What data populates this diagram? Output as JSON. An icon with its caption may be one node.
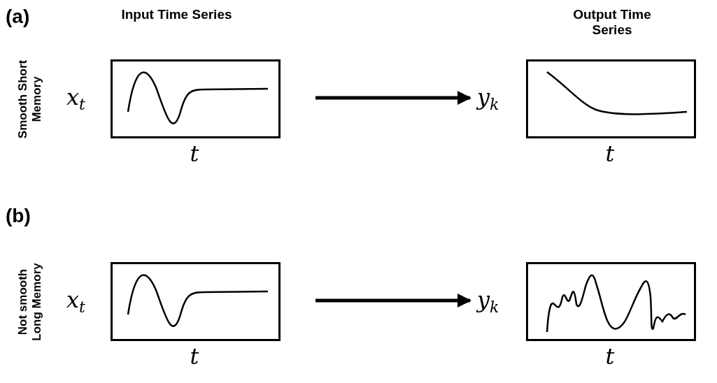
{
  "diagram": {
    "nodes": [
      {
        "text": [],
        "shape": "picture",
        "beside": [
          "x$_{t}$",
          "t"
        ]
      },
      {
        "text": [],
        "shape": "picture",
        "beside": [
          "y$_{k}$",
          "t"
        ]
      },
      {
        "text": [],
        "shape": "picture",
        "beside": [
          "x$_{t}$",
          "t"
        ]
      },
      {
        "text": [],
        "shape": "picture",
        "beside": [
          "y$_{k}$",
          "t"
        ]
      }
    ],
    "edges": [
      {
        "from": 0,
        "to": 1,
        "arrow": "to"
      },
      {
        "from": 2,
        "to": 3,
        "arrow": "to"
      }
    ],
    "labels": [
      "(a)",
      "Input Time Series",
      "Output Time Series",
      "Smooth Short Memory",
      "(b)",
      "Not smooth Long Memory"
    ]
  }
}
